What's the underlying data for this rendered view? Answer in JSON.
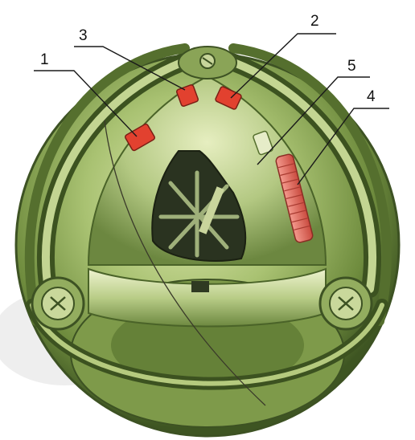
{
  "figure": {
    "callouts": [
      {
        "label": "1",
        "part": "red-component-left"
      },
      {
        "label": "2",
        "part": "red-component-top-right"
      },
      {
        "label": "3",
        "part": "red-component-top"
      },
      {
        "label": "4",
        "part": "red-coil-right"
      },
      {
        "label": "5",
        "part": "inner-hemisphere-shell"
      }
    ],
    "colors": {
      "shell": "#9fb86a",
      "shell_dark": "#4f6a2c",
      "shell_light": "#d8e4a6",
      "component_red": "#e2412f",
      "coil_red": "#e8736a",
      "window_dark": "#2a3320"
    }
  }
}
